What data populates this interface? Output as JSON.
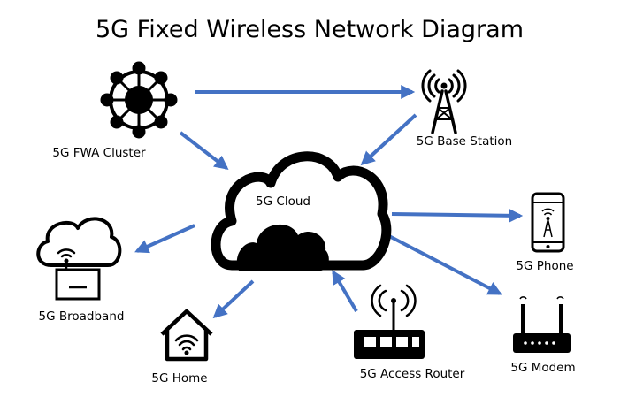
{
  "title": "5G Fixed Wireless Network Diagram",
  "colors": {
    "arrow": "#4472c4",
    "icon": "#000000",
    "background": "#ffffff"
  },
  "nodes": {
    "fwa_cluster": {
      "label": "5G FWA Cluster",
      "icon": "cluster-icon"
    },
    "base_station": {
      "label": "5G Base Station",
      "icon": "cell-tower-icon"
    },
    "cloud": {
      "label": "5G Cloud",
      "icon": "cloud-icon"
    },
    "phone": {
      "label": "5G Phone",
      "icon": "smartphone-icon"
    },
    "broadband": {
      "label": "5G Broadband",
      "icon": "broadband-modem-icon"
    },
    "home": {
      "label": "5G Home",
      "icon": "home-wifi-icon"
    },
    "access_router": {
      "label": "5G Access Router",
      "icon": "router-icon"
    },
    "modem": {
      "label": "5G Modem",
      "icon": "modem-icon"
    }
  },
  "connections": [
    {
      "from": "5G FWA Cluster",
      "to": "5G Base Station"
    },
    {
      "from": "5G FWA Cluster",
      "to": "5G Cloud"
    },
    {
      "from": "5G Base Station",
      "to": "5G Cloud"
    },
    {
      "from": "5G Cloud",
      "to": "5G Phone"
    },
    {
      "from": "5G Cloud",
      "to": "5G Modem"
    },
    {
      "from": "5G Cloud",
      "to": "5G Broadband"
    },
    {
      "from": "5G Cloud",
      "to": "5G Home"
    },
    {
      "from": "5G Access Router",
      "to": "5G Cloud"
    }
  ]
}
